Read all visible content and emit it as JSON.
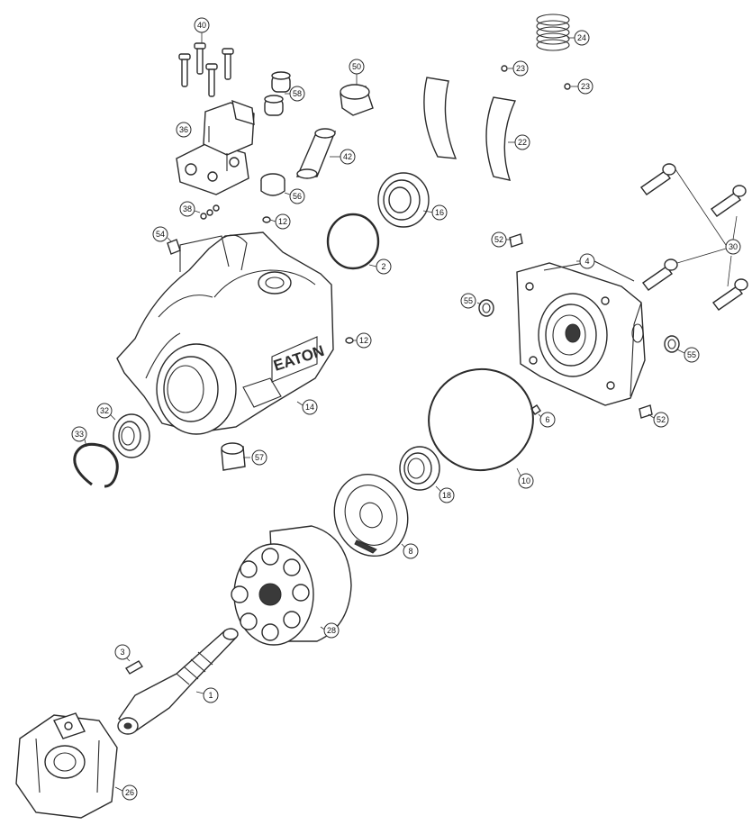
{
  "brand_text": "EATON",
  "callouts": {
    "c40": "40",
    "c24": "24",
    "c23a": "23",
    "c23b": "23",
    "c50": "50",
    "c58": "58",
    "c36": "36",
    "c22": "22",
    "c42": "42",
    "c56": "56",
    "c16": "16",
    "c38": "38",
    "c12a": "12",
    "c54": "54",
    "c52a": "52",
    "c4": "4",
    "c30": "30",
    "c2": "2",
    "c55a": "55",
    "c12b": "12",
    "c55b": "55",
    "c14": "14",
    "c32": "32",
    "c6": "6",
    "c52b": "52",
    "c33": "33",
    "c57": "57",
    "c10": "10",
    "c18": "18",
    "c8": "8",
    "c28": "28",
    "c3": "3",
    "c1": "1",
    "c26": "26"
  }
}
